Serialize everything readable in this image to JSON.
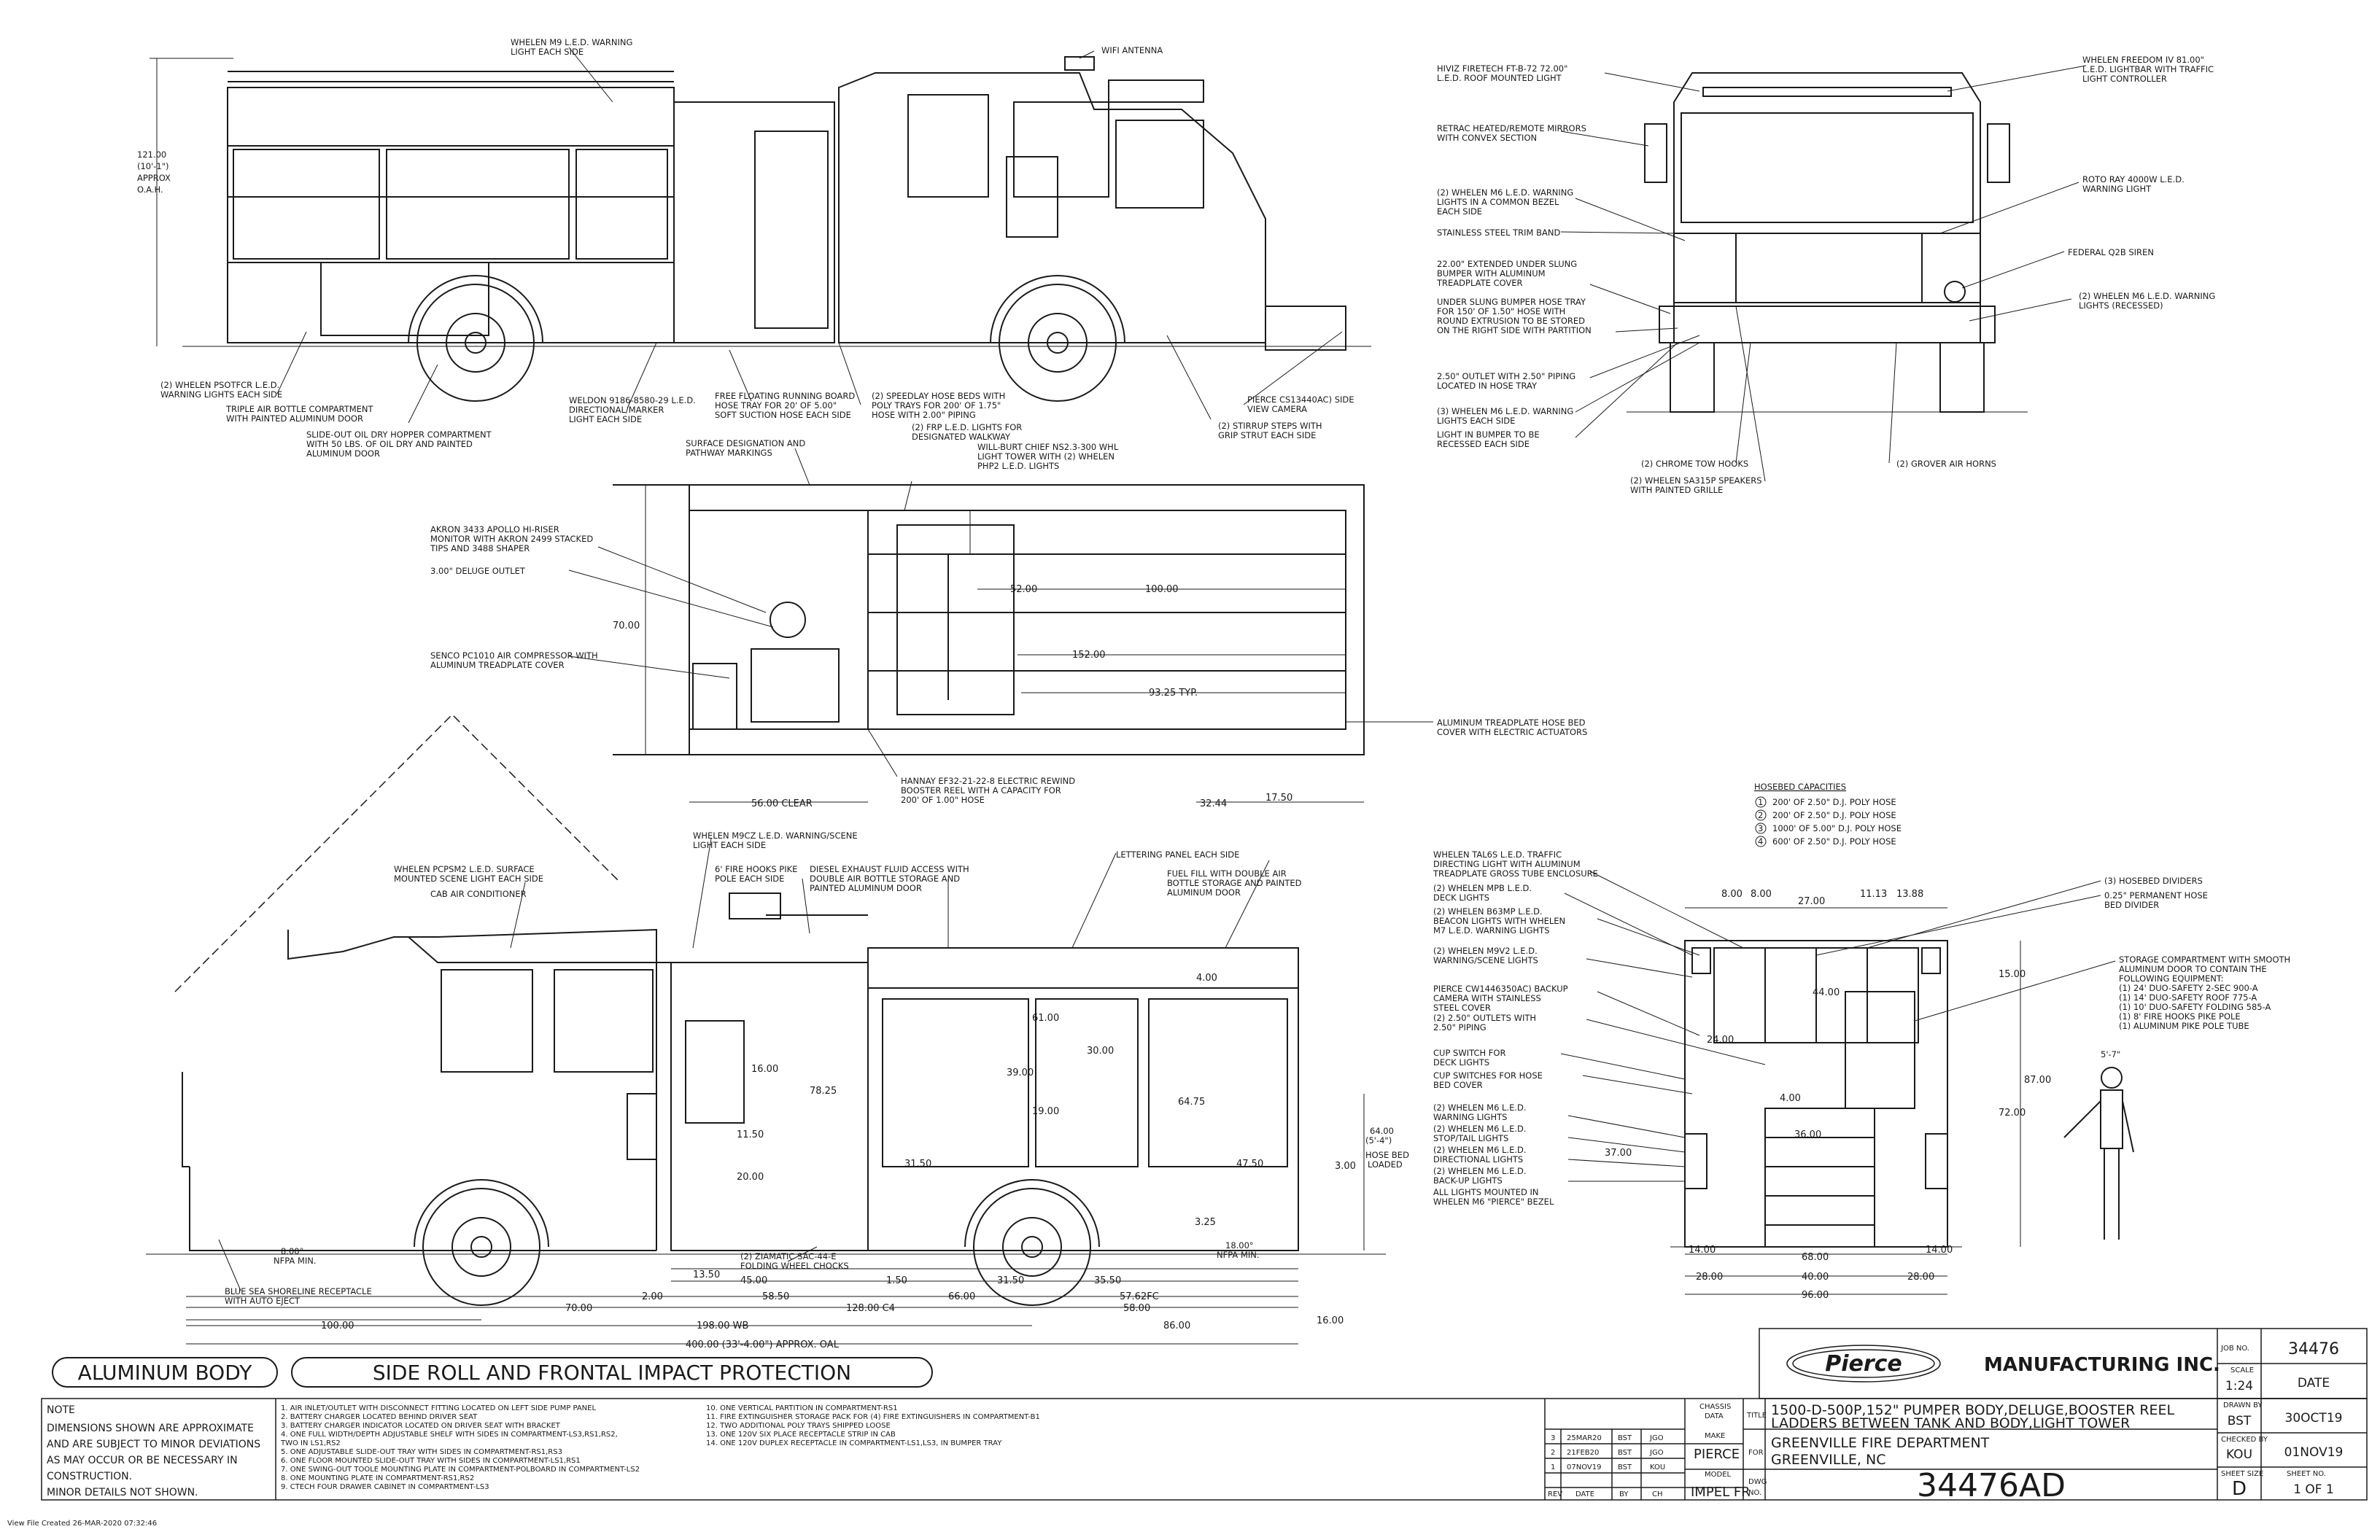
{
  "views": {
    "side_left": {
      "dims": {
        "height": "121.00",
        "height_ft": "(10'-1\")",
        "approx": "APPROX",
        "oah": "O.A.H."
      },
      "callouts": {
        "whelen_m9": "WHELEN M9 L.E.D. WARNING",
        "whelen_m9_b": "LIGHT EACH SIDE",
        "wifi": "WIFI ANTENNA",
        "pstl": "(2) WHELEN PSOTFCR L.E.D.",
        "pstl_b": "WARNING LIGHTS EACH SIDE",
        "triple_air": "TRIPLE AIR BOTTLE COMPARTMENT",
        "triple_air_b": "WITH PAINTED ALUMINUM DOOR",
        "weldon": "WELDON 9186-8580-29 L.E.D.",
        "weldon_b": "DIRECTIONAL/MARKER",
        "weldon_c": "LIGHT EACH SIDE",
        "slide_oil": "SLIDE-OUT OIL DRY HOPPER COMPARTMENT",
        "slide_oil_b": "WITH 50 LBS. OF OIL DRY AND PAINTED",
        "slide_oil_c": "ALUMINUM DOOR",
        "running_board": "FREE FLOATING RUNNING BOARD",
        "running_board_b": "HOSE TRAY FOR 20' OF 5.00\"",
        "running_board_c": "SOFT SUCTION HOSE EACH SIDE",
        "speedlay": "(2) SPEEDLAY HOSE BEDS WITH",
        "speedlay_b": "POLY TRAYS FOR 200' OF 1.75\"",
        "speedlay_c": "HOSE WITH 2.00\" PIPING",
        "pierce_cam": "PIERCE CS13440AC) SIDE",
        "pierce_cam_b": "VIEW CAMERA",
        "stirrup": "(2) STIRRUP STEPS WITH",
        "stirrup_b": "GRIP STRUT EACH SIDE"
      }
    },
    "top": {
      "callouts": {
        "surface": "SURFACE DESIGNATION AND",
        "surface_b": "PATHWAY MARKINGS",
        "frp": "(2) FRP L.E.D. LIGHTS FOR",
        "frp_b": "DESIGNATED WALKWAY",
        "willburt": "WILL-BURT CHIEF NS2.3-300 WHL",
        "willburt_b": "LIGHT TOWER WITH (2) WHELEN",
        "willburt_c": "PHP2 L.E.D. LIGHTS",
        "akron": "AKRON 3433 APOLLO HI-RISER",
        "akron_b": "MONITOR WITH AKRON 2499 STACKED",
        "akron_c": "TIPS AND 3488 SHAPER",
        "deluge": "3.00\" DELUGE OUTLET",
        "senco": "SENCO PC1010 AIR COMPRESSOR WITH",
        "senco_b": "ALUMINUM TREADPLATE COVER",
        "hannay": "HANNAY EF32-21-22-8 ELECTRIC REWIND",
        "hannay_b": "BOOSTER REEL WITH A CAPACITY FOR",
        "hannay_c": "200' OF 1.00\" HOSE",
        "hose_cover": "ALUMINUM TREADPLATE HOSE BED",
        "hose_cover_b": "COVER WITH ELECTRIC ACTUATORS"
      },
      "dims": {
        "width": "70.00",
        "d52": "52.00",
        "d100": "100.00",
        "d152": "152.00",
        "d93": "93.25 TYP.",
        "clear": "56.00 CLEAR",
        "d3244": "32.44",
        "d1750": "17.50"
      }
    },
    "front": {
      "callouts": {
        "hiviz": "HIVIZ FIRETECH FT-B-72 72.00\"",
        "hiviz_b": "L.E.D. ROOF MOUNTED LIGHT",
        "freedom": "WHELEN FREEDOM IV 81.00\"",
        "freedom_b": "L.E.D. LIGHTBAR WITH TRAFFIC",
        "freedom_c": "LIGHT CONTROLLER",
        "mirrors": "RETRAC HEATED/REMOTE MIRRORS",
        "mirrors_b": "WITH CONVEX SECTION",
        "m6_bezel": "(2) WHELEN M6 L.E.D. WARNING",
        "m6_bezel_b": "LIGHTS IN A COMMON BEZEL",
        "m6_bezel_c": "EACH SIDE",
        "rotoray": "ROTO RAY 4000W L.E.D.",
        "rotoray_b": "WARNING LIGHT",
        "trim": "STAINLESS STEEL TRIM BAND",
        "federal": "FEDERAL Q2B SIREN",
        "bumper": "22.00\" EXTENDED UNDER SLUNG",
        "bumper_b": "BUMPER WITH ALUMINUM",
        "bumper_c": "TREADPLATE COVER",
        "m6_recessed": "(2) WHELEN M6 L.E.D. WARNING",
        "m6_recessed_b": "LIGHTS (RECESSED)",
        "hosetray": "UNDER SLUNG BUMPER HOSE TRAY",
        "hosetray_b": "FOR 150' OF 1.50\" HOSE WITH",
        "hosetray_c": "ROUND EXTRUSION TO BE STORED",
        "hosetray_d": "ON THE RIGHT SIDE WITH PARTITION",
        "outlet": "2.50\" OUTLET WITH 2.50\" PIPING",
        "outlet_b": "LOCATED IN HOSE TRAY",
        "m6_3": "(3) WHELEN M6 L.E.D. WARNING",
        "m6_3_b": "LIGHTS EACH SIDE",
        "bumper_light": "LIGHT IN BUMPER TO BE",
        "bumper_light_b": "RECESSED EACH SIDE",
        "tow": "(2) CHROME TOW HOOKS",
        "grover": "(2) GROVER AIR HORNS",
        "speakers": "(2) WHELEN SA315P SPEAKERS",
        "speakers_b": "WITH PAINTED GRILLE"
      }
    },
    "hosebed": {
      "title": "HOSEBED CAPACITIES",
      "items": [
        {
          "num": "1",
          "text": "200' OF 2.50\" D.J. POLY HOSE"
        },
        {
          "num": "2",
          "text": "200' OF 2.50\" D.J. POLY HOSE"
        },
        {
          "num": "3",
          "text": "1000' OF 5.00\" D.J. POLY HOSE"
        },
        {
          "num": "4",
          "text": "600' OF 2.50\" D.J. POLY HOSE"
        }
      ]
    },
    "side_right": {
      "callouts": {
        "m9cz": "WHELEN M9CZ L.E.D. WARNING/SCENE",
        "m9cz_b": "LIGHT EACH SIDE",
        "pcpsm2": "WHELEN PCPSM2 L.E.D. SURFACE",
        "pcpsm2_b": "MOUNTED SCENE LIGHT EACH SIDE",
        "ac": "CAB AIR CONDITIONER",
        "pike": "6' FIRE HOOKS PIKE",
        "pike_b": "POLE EACH SIDE",
        "def": "DIESEL EXHAUST FLUID ACCESS WITH",
        "def_b": "DOUBLE AIR BOTTLE STORAGE AND",
        "def_c": "PAINTED ALUMINUM DOOR",
        "lettering": "LETTERING PANEL EACH SIDE",
        "fuel": "FUEL FILL WITH DOUBLE AIR",
        "fuel_b": "BOTTLE STORAGE AND PAINTED",
        "fuel_c": "ALUMINUM DOOR",
        "shore": "BLUE SEA SHORELINE RECEPTACLE",
        "shore_b": "WITH AUTO EJECT",
        "chocks": "(2) ZIAMATIC SAC-44-E",
        "chocks_b": "FOLDING WHEEL CHOCKS",
        "nfpa_l": "8.00°",
        "nfpa_l_b": "NFPA MIN.",
        "nfpa_r": "18.00°",
        "nfpa_r_b": "NFPA MIN.",
        "hose_loaded": "64.00",
        "hose_loaded_b": "(5'-4\")",
        "hose_loaded_c": "HOSE BED",
        "hose_loaded_d": "LOADED"
      },
      "dims": {
        "d400": "400.00 (33'-4.00\") APPROX. OAL",
        "d198": "198.00 WB",
        "d100": "100.00",
        "d86": "86.00",
        "d16": "16.00",
        "d70": "70.00",
        "d128": "128.00 C4",
        "d58": "58.00",
        "d2": "2.00",
        "d5850": "58.50",
        "d66": "66.00",
        "d5762": "57.62FC",
        "d1350": "13.50",
        "d45": "45.00",
        "d150": "1.50",
        "d3150": "31.50",
        "d3550": "35.50",
        "d4750": "47.50",
        "d325": "3.25",
        "d300": "3.00",
        "d61": "61.00",
        "d30": "30.00",
        "d39": "39.00",
        "d7825": "78.25",
        "d6475": "64.75",
        "d19": "19.00",
        "d20": "20.00",
        "d400b": "4.00",
        "d3150b": "31.50",
        "d16b": "16.00",
        "d1150": "11.50"
      }
    },
    "rear": {
      "callouts": {
        "talus": "WHELEN TAL6S L.E.D. TRAFFIC",
        "talus_b": "DIRECTING LIGHT WITH ALUMINUM",
        "talus_c": "TREADPLATE GROSS TUBE ENCLOSURE",
        "mpb": "(2) WHELEN MPB L.E.D.",
        "mpb_b": "DECK LIGHTS",
        "b63": "(2) WHELEN B63MP L.E.D.",
        "b63_b": "BEACON LIGHTS WITH WHELEN",
        "b63_c": "M7 L.E.D. WARNING LIGHTS",
        "m9v2": "(2) WHELEN M9V2 L.E.D.",
        "m9v2_b": "WARNING/SCENE LIGHTS",
        "backup": "PIERCE CW1446350AC) BACKUP",
        "backup_b": "CAMERA WITH STAINLESS",
        "backup_c": "STEEL COVER",
        "outlets": "(2) 2.50\" OUTLETS WITH",
        "outlets_b": "2.50\" PIPING",
        "cup_deck": "CUP SWITCH FOR",
        "cup_deck_b": "DECK LIGHTS",
        "cup_hose": "CUP SWITCHES FOR HOSE",
        "cup_hose_b": "BED COVER",
        "m6_warn": "(2) WHELEN M6 L.E.D.",
        "m6_warn_b": "WARNING LIGHTS",
        "m6_stop": "(2) WHELEN M6 L.E.D.",
        "m6_stop_b": "STOP/TAIL LIGHTS",
        "m6_dir": "(2) WHELEN M6 L.E.D.",
        "m6_dir_b": "DIRECTIONAL LIGHTS",
        "m6_back": "(2) WHELEN M6 L.E.D.",
        "m6_back_b": "BACK-UP LIGHTS",
        "all_m6": "ALL LIGHTS MOUNTED IN",
        "all_m6_b": "WHELEN M6 \"PIERCE\" BEZEL",
        "dividers": "(3) HOSEBED DIVIDERS",
        "divider": "0.25\" PERMANENT HOSE",
        "divider_b": "BED DIVIDER",
        "storage": "STORAGE COMPARTMENT WITH SMOOTH",
        "storage_b": "ALUMINUM DOOR TO CONTAIN THE",
        "storage_c": "FOLLOWING EQUIPMENT:",
        "storage_d": "(1) 24' DUO-SAFETY 2-SEC 900-A",
        "storage_e": "(1) 14' DUO-SAFETY ROOF 775-A",
        "storage_f": "(1) 10' DUO-SAFETY FOLDING 585-A",
        "storage_g": "(1) 8' FIRE HOOKS PIKE POLE",
        "storage_h": "(1) ALUMINUM PIKE POLE TUBE",
        "man": "5'-7\""
      },
      "dims": {
        "d800a": "8.00",
        "d800b": "8.00",
        "d27": "27.00",
        "d1113": "11.13",
        "d1388": "13.88",
        "d15": "15.00",
        "d87": "87.00",
        "d72": "72.00",
        "d44": "44.00",
        "d37": "37.00",
        "d14a": "14.00",
        "d68": "68.00",
        "d14b": "14.00",
        "d28a": "28.00",
        "d40": "40.00",
        "d28b": "28.00",
        "d96": "96.00",
        "d36": "36.00",
        "d400c": "4.00",
        "d24": "24.00"
      }
    }
  },
  "banner": {
    "body": "ALUMINUM BODY",
    "protection": "SIDE ROLL AND FRONTAL IMPACT PROTECTION"
  },
  "note": {
    "title": "NOTE",
    "lines": [
      "DIMENSIONS SHOWN ARE APPROXIMATE",
      "AND ARE SUBJECT TO MINOR DEVIATIONS",
      "AS MAY OCCUR OR BE NECESSARY IN",
      "CONSTRUCTION.",
      "MINOR DETAILS NOT SHOWN."
    ]
  },
  "spec_notes": {
    "col1": [
      "1. AIR INLET/OUTLET WITH DISCONNECT FITTING LOCATED ON LEFT SIDE PUMP PANEL",
      "2. BATTERY CHARGER LOCATED BEHIND DRIVER SEAT",
      "3. BATTERY CHARGER INDICATOR LOCATED ON DRIVER SEAT WITH BRACKET",
      "4. ONE FULL WIDTH/DEPTH ADJUSTABLE SHELF WITH SIDES IN COMPARTMENT-LS3,RS1,RS2,",
      "    TWO IN LS1,RS2",
      "5. ONE ADJUSTABLE SLIDE-OUT TRAY WITH SIDES IN COMPARTMENT-RS1,RS3",
      "6. ONE FLOOR MOUNTED SLIDE-OUT TRAY WITH SIDES IN COMPARTMENT-LS1,RS1",
      "7. ONE SWING-OUT TOOLE MOUNTING PLATE IN COMPARTMENT-POLBOARD IN COMPARTMENT-LS2",
      "8. ONE MOUNTING PLATE IN COMPARTMENT-RS1,RS2",
      "9. CTECH FOUR DRAWER CABINET IN COMPARTMENT-LS3"
    ],
    "col2": [
      "10. ONE VERTICAL PARTITION IN COMPARTMENT-RS1",
      "11. FIRE EXTINGUISHER STORAGE PACK FOR (4) FIRE EXTINGUISHERS IN COMPARTMENT-B1",
      "12. TWO ADDITIONAL POLY TRAYS SHIPPED LOOSE",
      "13. ONE 120V SIX PLACE RECEPTACLE STRIP IN CAB",
      "14. ONE 120V DUPLEX RECEPTACLE IN COMPARTMENT-LS1,LS3, IN BUMPER TRAY"
    ]
  },
  "revisions": {
    "rows": [
      {
        "rev": "3",
        "date": "25MAR20",
        "by": "BST",
        "ch": "JGO"
      },
      {
        "rev": "2",
        "date": "21FEB20",
        "by": "BST",
        "ch": "JGO"
      },
      {
        "rev": "1",
        "date": "07NOV19",
        "by": "BST",
        "ch": "KOU"
      }
    ],
    "headers": {
      "rev": "REV",
      "date": "DATE",
      "by": "BY",
      "ch": "CH"
    }
  },
  "title_block": {
    "logo": "Pierce",
    "company": "MANUFACTURING INC.",
    "chassis_label": "CHASSIS",
    "chassis_label_b": "DATA",
    "make_label": "MAKE",
    "make": "PIERCE",
    "model_label": "MODEL",
    "model": "IMPEL FR",
    "title_label": "TITLE",
    "title_1": "1500-D-500P,152\" PUMPER BODY,DELUGE,BOOSTER REEL",
    "title_2": "LADDERS BETWEEN TANK AND BODY,LIGHT TOWER",
    "for_label": "FOR",
    "for_1": "GREENVILLE FIRE DEPARTMENT",
    "for_2": "GREENVILLE, NC",
    "dwg_label": "DWG",
    "dwg_label_b": "NO.",
    "dwg_no": "34476AD",
    "job_label": "JOB NO.",
    "job_no": "34476",
    "scale_label": "SCALE",
    "scale": "1:24",
    "date_label": "DATE",
    "drawn_label": "DRAWN BY",
    "drawn": "BST",
    "drawn_date": "30OCT19",
    "checked_label": "CHECKED BY",
    "checked": "KOU",
    "checked_date": "01NOV19",
    "size_label": "SHEET SIZE",
    "size": "D",
    "sheet_label": "SHEET NO.",
    "sheet": "1 OF 1"
  },
  "footer": "View File Created 26-MAR-2020 07:32:46"
}
